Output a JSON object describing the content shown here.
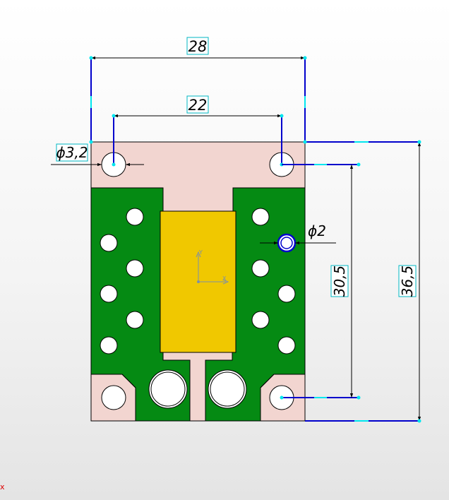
{
  "dimensions": {
    "width_outer": "28",
    "width_inner": "22",
    "hole_large": "ϕ3,2",
    "hole_small": "ϕ2",
    "height_inner": "30,5",
    "height_outer": "36,5"
  },
  "axes": {
    "y": "Y",
    "x": "X"
  },
  "corner_marker": "x",
  "colors": {
    "board_pink": "#f2d5d0",
    "board_green": "#058a13",
    "chip_yellow": "#f0c800",
    "dimension_blue": "#0000cc",
    "dimension_cyan": "#00e6ee",
    "axis_grey": "#7d8fa8",
    "marker_red": "#dd0000"
  }
}
